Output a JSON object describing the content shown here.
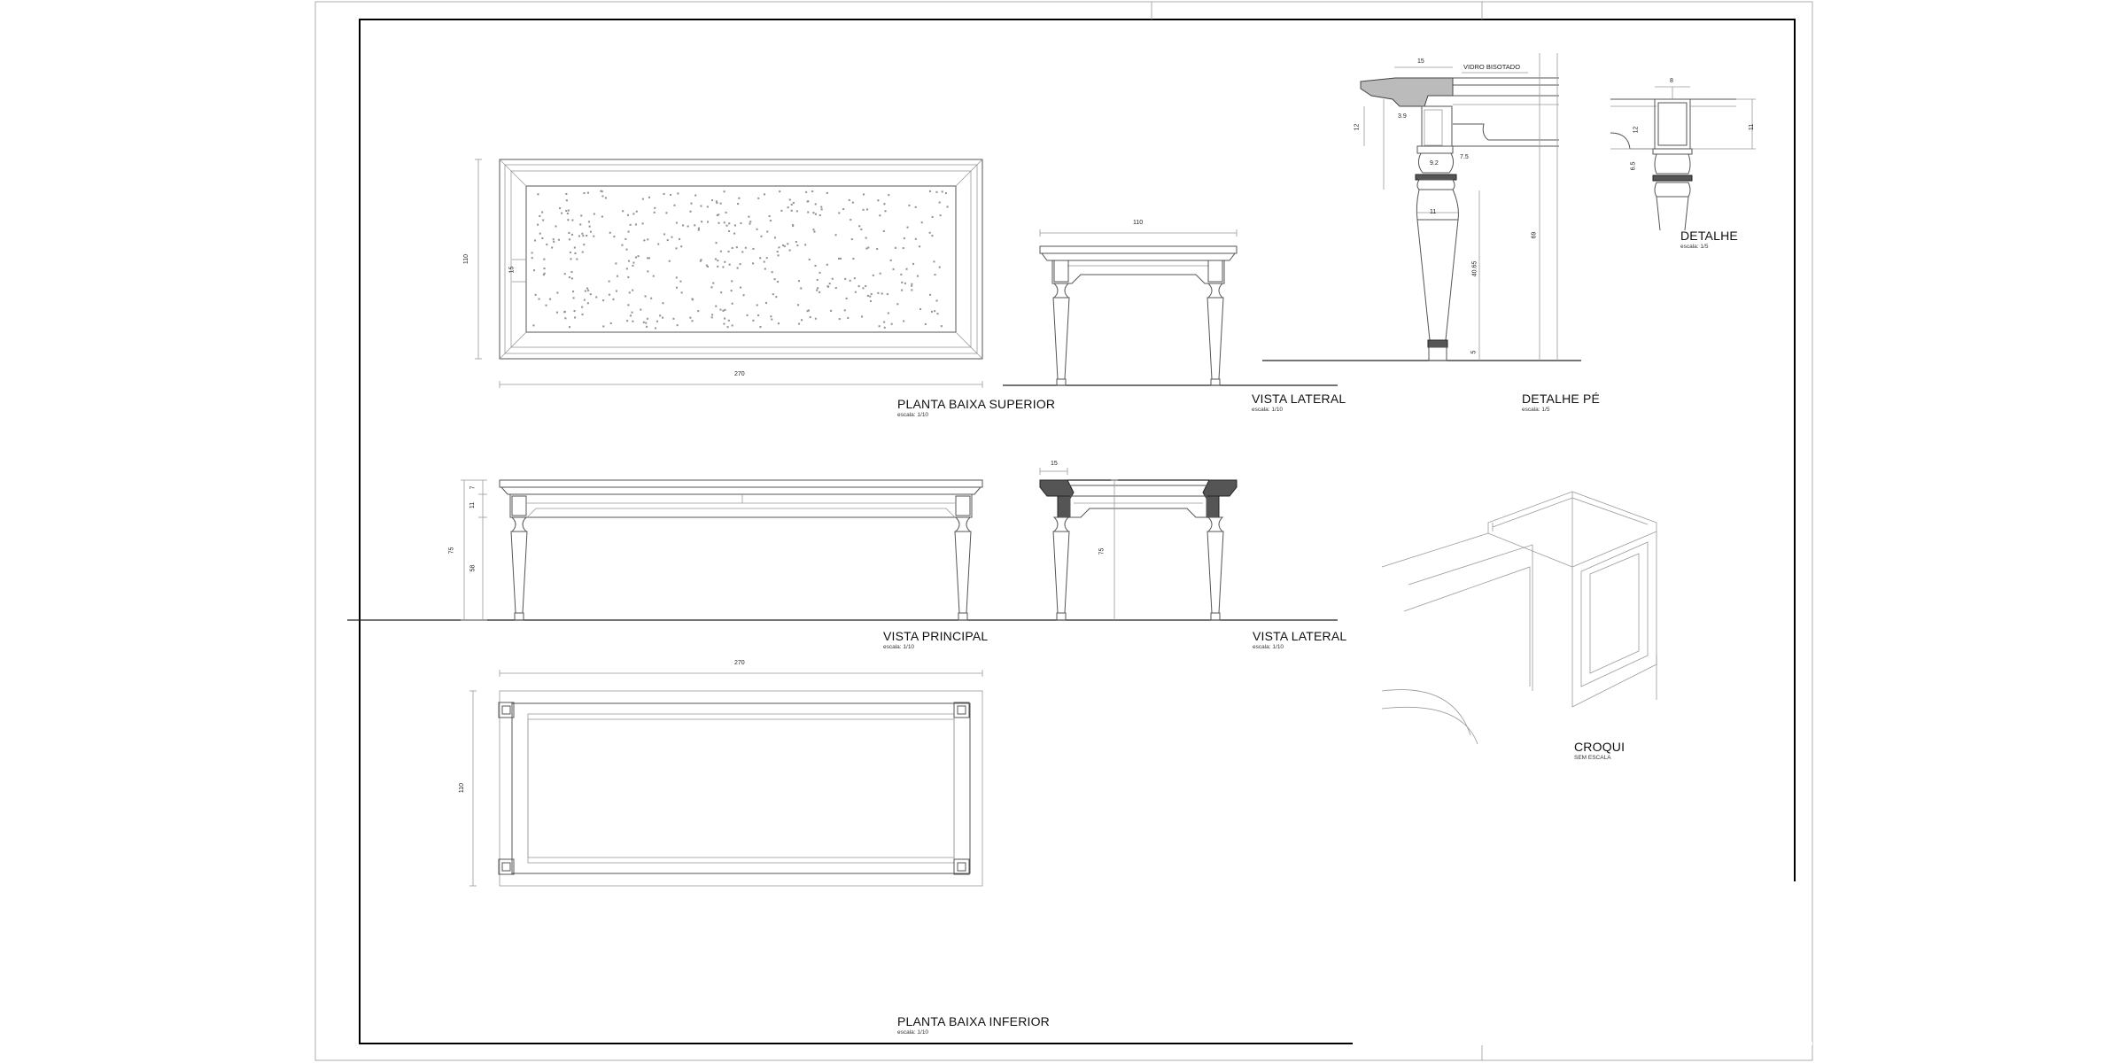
{
  "views": {
    "top_plan": {
      "title": "PLANTA BAIXA SUPERIOR",
      "scale": "escala: 1/10"
    },
    "side_view_1": {
      "title": "VISTA LATERAL",
      "scale": "escala: 1/10"
    },
    "leg_detail": {
      "title": "DETALHE PÉ",
      "scale": "escala: 1/5"
    },
    "detail": {
      "title": "DETALHE",
      "scale": "escala: 1/5"
    },
    "main_view": {
      "title": "VISTA PRINCIPAL",
      "scale": "escala: 1/10"
    },
    "side_view_2": {
      "title": "VISTA LATERAL",
      "scale": "escala: 1/10"
    },
    "sketch": {
      "title": "CROQUI",
      "scale": "SEM ESCALA"
    },
    "bottom_plan": {
      "title": "PLANTA BAIXA INFERIOR",
      "scale": "escala: 1/10"
    }
  },
  "notes": {
    "glass": "VIDRO BISOTADO"
  },
  "dimensions": {
    "top_plan_width": "270",
    "top_plan_depth": "110",
    "top_plan_border": "15",
    "side1_width": "110",
    "main_height": "75",
    "main_leg_height": "58",
    "main_apron": "11",
    "main_top": "7",
    "side2_top_detail": "15",
    "side2_height": "75",
    "bottom_plan_width": "270",
    "bottom_plan_depth": "110",
    "leg_top_width": "15",
    "leg_shaft_width": "11",
    "leg_shaft_height": "40.65",
    "leg_total_height": "69",
    "leg_apron_height": "12",
    "leg_foot": "5",
    "leg_detail_a": "7.5",
    "leg_detail_b": "9.2",
    "leg_detail_c": "3.9",
    "detail_width": "8",
    "detail_height_a": "12",
    "detail_height_b": "11",
    "detail_small": "6.5"
  }
}
